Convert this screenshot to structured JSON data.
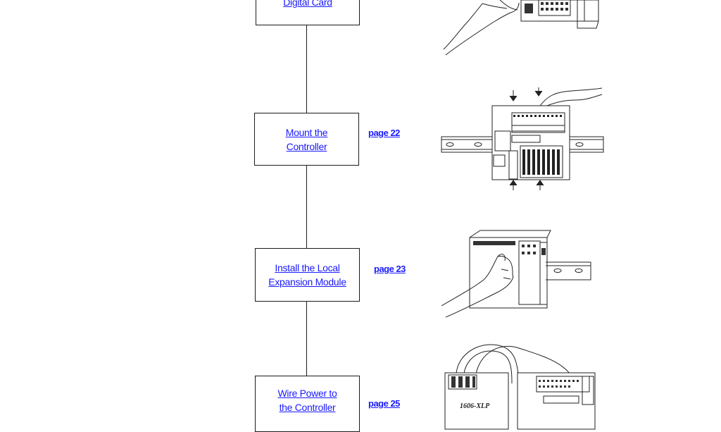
{
  "steps": [
    {
      "lines": [
        "Digital Card"
      ],
      "page": ""
    },
    {
      "lines": [
        "Mount the",
        "Controller"
      ],
      "page": "page 22"
    },
    {
      "lines": [
        "Install the Local",
        "Expansion Module"
      ],
      "page": "page 23"
    },
    {
      "lines": [
        "Wire Power to",
        "the Controller"
      ],
      "page": "page 25"
    }
  ],
  "illustrations": {
    "power_supply_label": "1606-XLP"
  }
}
